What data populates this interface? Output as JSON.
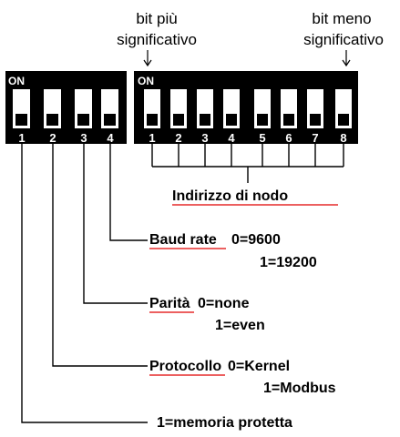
{
  "header": {
    "msb_line1": "bit più",
    "msb_line2": "significativo",
    "lsb_line1": "bit meno",
    "lsb_line2": "significativo"
  },
  "left_block": {
    "on_label": "ON",
    "switch_numbers": [
      "1",
      "2",
      "3",
      "4"
    ]
  },
  "right_block": {
    "on_label": "ON",
    "switch_numbers": [
      "1",
      "2",
      "3",
      "4",
      "5",
      "6",
      "7",
      "8"
    ]
  },
  "node_address": {
    "label": "Indirizzo di nodo"
  },
  "baud_rate": {
    "label": "Baud rate",
    "value_0": "0=9600",
    "value_1": "1=19200"
  },
  "parity": {
    "label": "Parità",
    "value_0": "0=none",
    "value_1": "1=even"
  },
  "protocol": {
    "label": "Protocollo",
    "value_0": "0=Kernel",
    "value_1": "1=Modbus"
  },
  "memory": {
    "label": "1=memoria protetta"
  },
  "colors": {
    "block": "#000000",
    "switch": "#ffffff",
    "underline": "#e00000"
  }
}
